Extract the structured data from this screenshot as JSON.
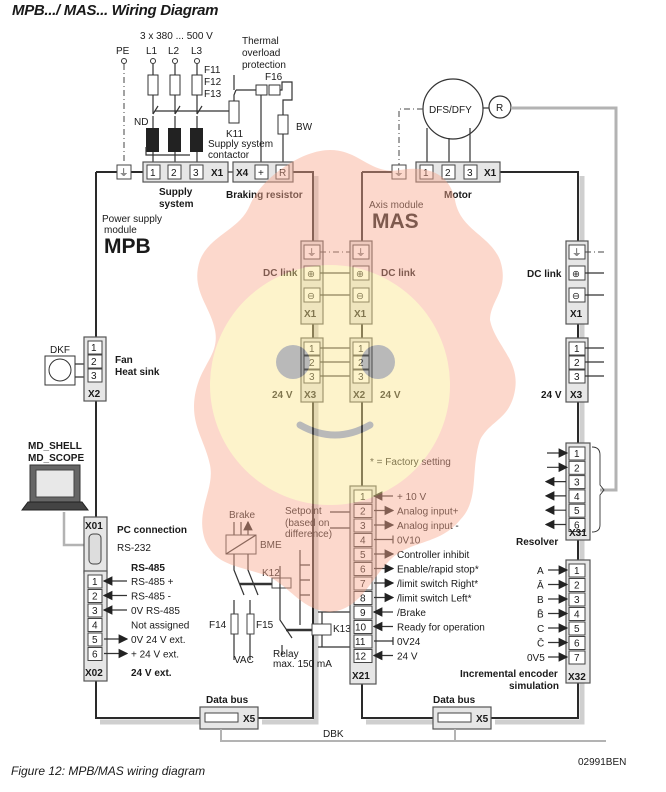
{
  "title": "MPB.../ MAS... Wiring Diagram",
  "caption": "Figure 12: MPB/MAS wiring diagram",
  "drawing_code": "02991BEN",
  "supply": {
    "voltage": "3 x 380 ... 500 V",
    "pe": "PE",
    "l1": "L1",
    "l2": "L2",
    "l3": "L3",
    "fuses": [
      "F11",
      "F12",
      "F13"
    ],
    "choke": "ND",
    "contactor_id": "K11",
    "contactor_label_1": "Supply system",
    "contactor_label_2": "contactor",
    "thermal_1": "Thermal",
    "thermal_2": "overload",
    "thermal_3": "protection",
    "thermal_id": "F16",
    "resistor_id": "BW",
    "x1_pins": [
      "1",
      "2",
      "3"
    ],
    "x1_label": "X1",
    "x1_caption_1": "Supply",
    "x1_caption_2": "system",
    "x4_label": "X4",
    "x4_pins": [
      "+",
      "R"
    ],
    "x4_caption": "Braking resistor"
  },
  "motor": {
    "name": "DFS/DFY",
    "resolver_symbol": "R",
    "x1_pins": [
      "1",
      "2",
      "3"
    ],
    "x1_label": "X1",
    "caption": "Motor"
  },
  "mpb": {
    "label_1": "Power supply",
    "label_2": "module",
    "name": "MPB",
    "dc_link": "DC link",
    "x1_label": "X1",
    "x3_label": "X3",
    "x3_caption": "24 V",
    "x3_pins": [
      "1",
      "2",
      "3"
    ],
    "fan": {
      "device": "DKF",
      "label_1": "Fan",
      "label_2": "Heat sink",
      "connector": "X2",
      "pins": [
        "1",
        "2",
        "3"
      ]
    },
    "pc": {
      "software_1": "MD_SHELL",
      "software_2": "MD_SCOPE",
      "connector": "X01",
      "label": "PC connection",
      "protocol": "RS-232"
    },
    "x02": {
      "connector": "X02",
      "heading": "RS-485",
      "pins": [
        "1",
        "2",
        "3",
        "4",
        "5",
        "6"
      ],
      "signals": [
        "RS-485 +",
        "RS-485 -",
        "0V RS-485",
        "Not assigned",
        "0V 24 V ext.",
        "+ 24 V ext."
      ],
      "footer": "24 V ext."
    },
    "data_bus": "Data bus",
    "x5_label": "X5"
  },
  "mas": {
    "label": "Axis module",
    "name": "MAS",
    "dc_link": "DC link",
    "x1_label": "X1",
    "x2_label": "X2",
    "x2_caption": "24 V",
    "x2_pins": [
      "1",
      "2",
      "3"
    ],
    "right_dc_link": "DC link",
    "right_x1_label": "X1",
    "right_x3_label": "X3",
    "right_x3_caption": "24 V",
    "right_x3_pins": [
      "1",
      "2",
      "3"
    ],
    "factory_note": "* = Factory setting",
    "x21": {
      "connector": "X21",
      "pins": [
        "1",
        "2",
        "3",
        "4",
        "5",
        "6",
        "7",
        "8",
        "9",
        "10",
        "11",
        "12"
      ],
      "signals": [
        "+ 10 V",
        "Analog input+",
        "Analog input -",
        "0V10",
        "Controller inhibit",
        "Enable/rapid stop*",
        "/limit switch Right*",
        "/limit switch Left*",
        "/Brake",
        "Ready for operation",
        "0V24",
        "24 V"
      ]
    },
    "setpoint_1": "Setpoint",
    "setpoint_2": "(based on",
    "setpoint_3": "difference)",
    "brake": "Brake",
    "bme": "BME",
    "k12": "K12",
    "k13": "K13",
    "f14": "F14",
    "f15": "F15",
    "vac": "VAC",
    "relay_1": "Relay",
    "relay_2": "max. 150 mA",
    "x31": {
      "connector": "X31",
      "label": "Resolver",
      "pins": [
        "1",
        "2",
        "3",
        "4",
        "5",
        "6"
      ]
    },
    "x32": {
      "connector": "X32",
      "label_1": "Incremental encoder",
      "label_2": "simulation",
      "pins": [
        "1",
        "2",
        "3",
        "4",
        "5",
        "6",
        "7"
      ],
      "signals": [
        "A",
        "Ā",
        "B",
        "B̄",
        "C",
        "C̄",
        "0V5"
      ]
    },
    "data_bus": "Data bus",
    "x5_label": "X5",
    "dbk": "DBK"
  }
}
